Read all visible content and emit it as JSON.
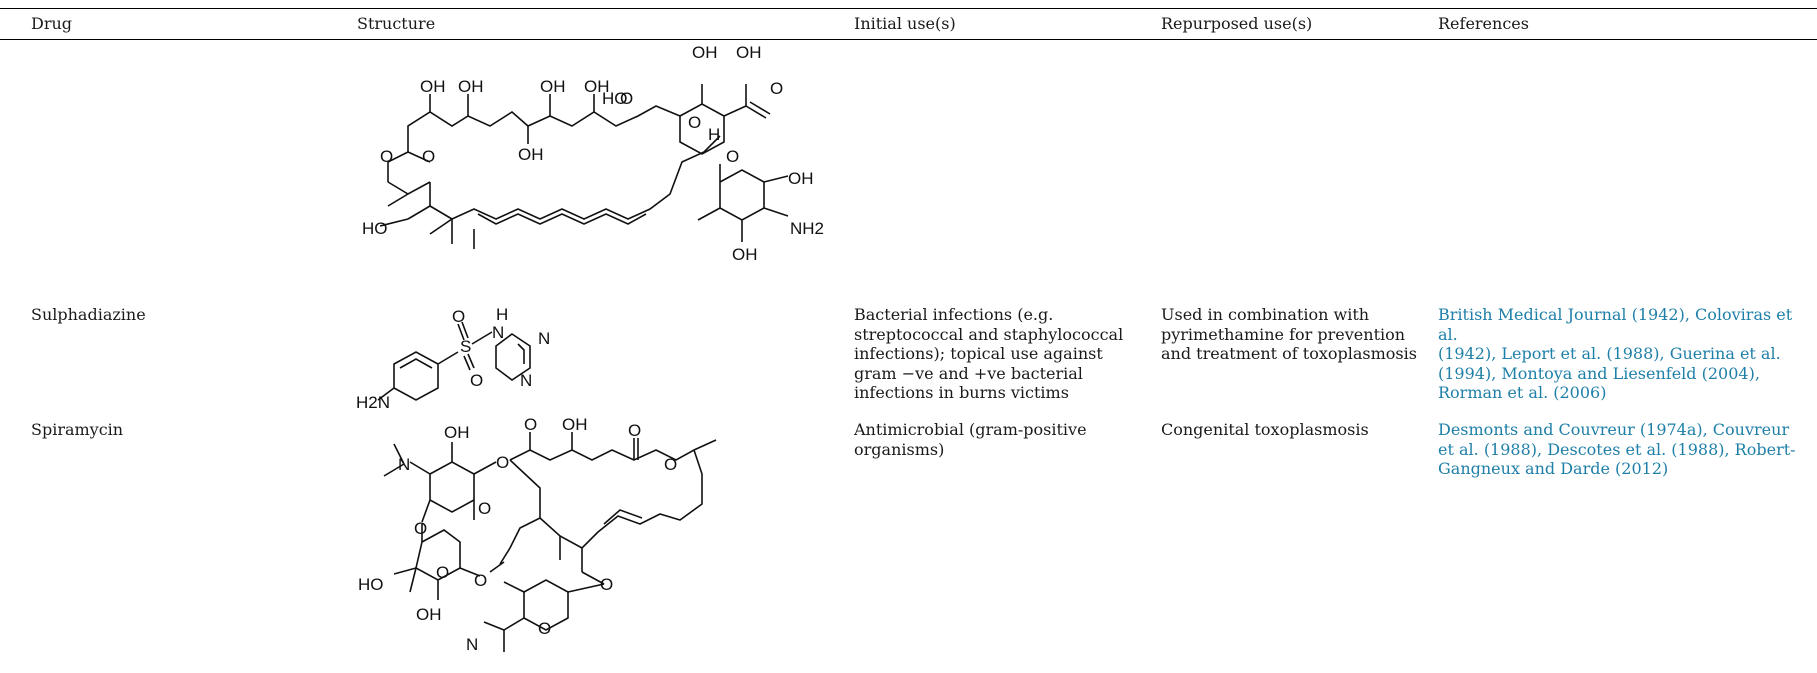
{
  "columns": {
    "drug": "Drug",
    "structure": "Structure",
    "initial": "Initial use(s)",
    "repurposed": "Repurposed use(s)",
    "references": "References"
  },
  "rows": [
    {
      "drug": "",
      "initial": [],
      "repurposed": [],
      "references": [],
      "structure_labels": [
        "OH",
        "OH",
        "OH",
        "OH",
        "OH",
        "OH",
        "OH",
        "HO",
        "O",
        "O",
        "O",
        "H",
        "O",
        "O",
        "OH",
        "O",
        "HO",
        "NH2",
        "OH"
      ]
    },
    {
      "drug": "Sulphadiazine",
      "initial": [
        "Bacterial infections (e.g.",
        "streptococcal and staphylococcal",
        "infections); topical use against",
        "gram −ve and +ve bacterial",
        "infections in burns victims"
      ],
      "repurposed": [
        "Used in combination with",
        "pyrimethamine for prevention",
        "and treatment of toxoplasmosis"
      ],
      "references": [
        "British Medical Journal (1942), Coloviras et al.",
        "(1942), Leport et al. (1988), Guerina et al.",
        "(1994), Montoya and Liesenfeld (2004),",
        "Rorman et al. (2006)"
      ],
      "structure_labels": [
        "O",
        "H",
        "N",
        "S",
        "N",
        "O",
        "N",
        "H2N"
      ]
    },
    {
      "drug": "Spiramycin",
      "initial": [
        "Antimicrobial (gram-positive",
        "organisms)"
      ],
      "repurposed": [
        "Congenital toxoplasmosis"
      ],
      "references": [
        "Desmonts and Couvreur (1974a), Couvreur",
        "et al. (1988), Descotes et al. (1988), Robert-",
        "Gangneux and Darde (2012)"
      ],
      "structure_labels": [
        "OH",
        "N",
        "O",
        "O",
        "O",
        "O",
        "O",
        "OH",
        "O",
        "O",
        "O",
        "O",
        "HO",
        "O",
        "OH",
        "N"
      ]
    }
  ]
}
